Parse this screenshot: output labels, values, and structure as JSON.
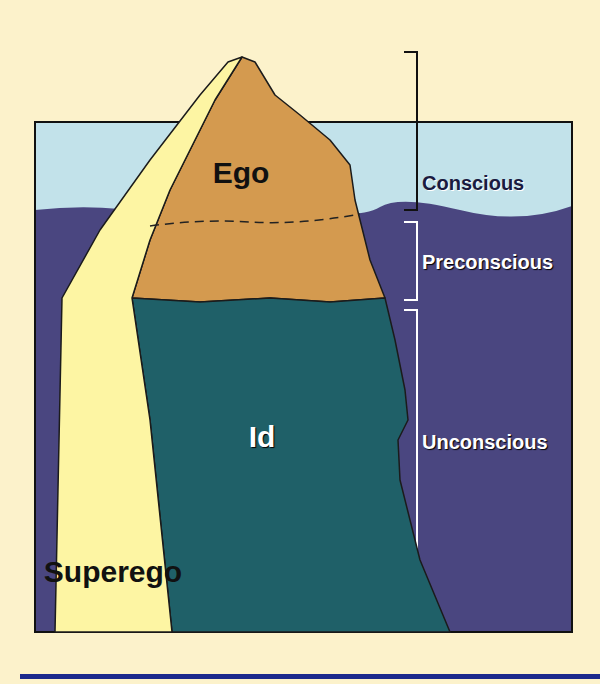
{
  "diagram": {
    "nodes": [
      {
        "text": [
          "Ego"
        ]
      },
      {
        "text": [
          "Id"
        ]
      },
      {
        "text": [
          "Superego"
        ]
      }
    ],
    "labels": [
      "Conscious",
      "Preconscious",
      "Unconscious"
    ]
  }
}
